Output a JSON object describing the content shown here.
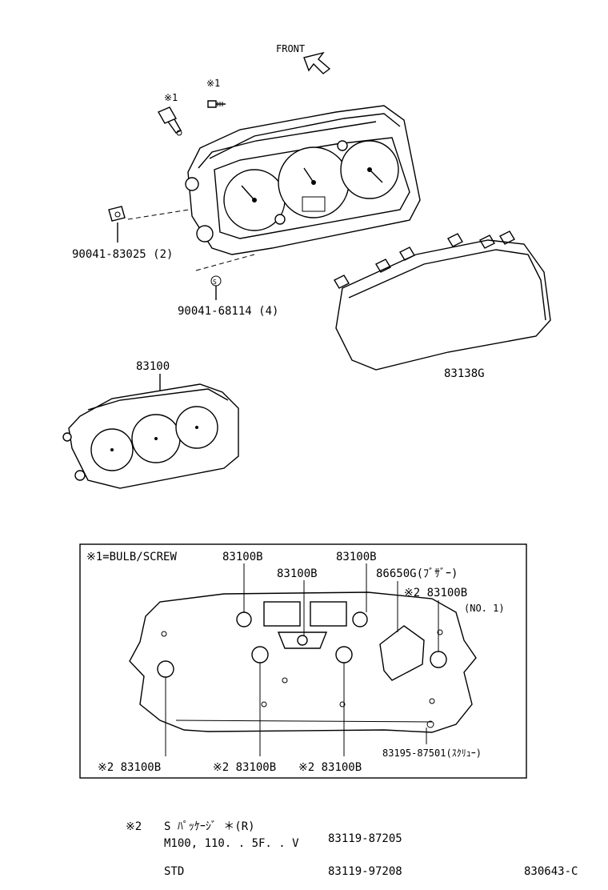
{
  "labels": {
    "front": "FRONT",
    "mark1_a": "※1",
    "mark1_b": "※1",
    "part_90041_83025": "90041-83025 (2)",
    "part_90041_68114": "90041-68114 (4)",
    "screw_marker": "S",
    "part_83100_top": "83100",
    "part_83138G": "83138G"
  },
  "rear_view": {
    "legend": "※1=BULB/SCREW",
    "callout_top_left": "83100B",
    "callout_top_right": "83100B",
    "callout_center": "83100B",
    "callout_buzzer": "86650G(ﾌﾞｻﾞｰ)",
    "callout_no1": "※2 83100B",
    "callout_no1_sub": "(NO. 1)",
    "callout_bottom_1": "※2 83100B",
    "callout_bottom_2": "※2 83100B",
    "callout_bottom_3": "※2 83100B",
    "callout_screw": "83195-87501(ｽｸﾘｭｰ)"
  },
  "footnote": {
    "mark": "※2",
    "row1_desc": "S ﾊﾟｯｹｰｼﾞ  ＊(R)",
    "row2_desc": "M100, 110. . 5F. . V",
    "row2_part": "83119-87205",
    "row3_desc": "STD",
    "row3_part": "83119-97208"
  },
  "diagram_code": "830643-C"
}
